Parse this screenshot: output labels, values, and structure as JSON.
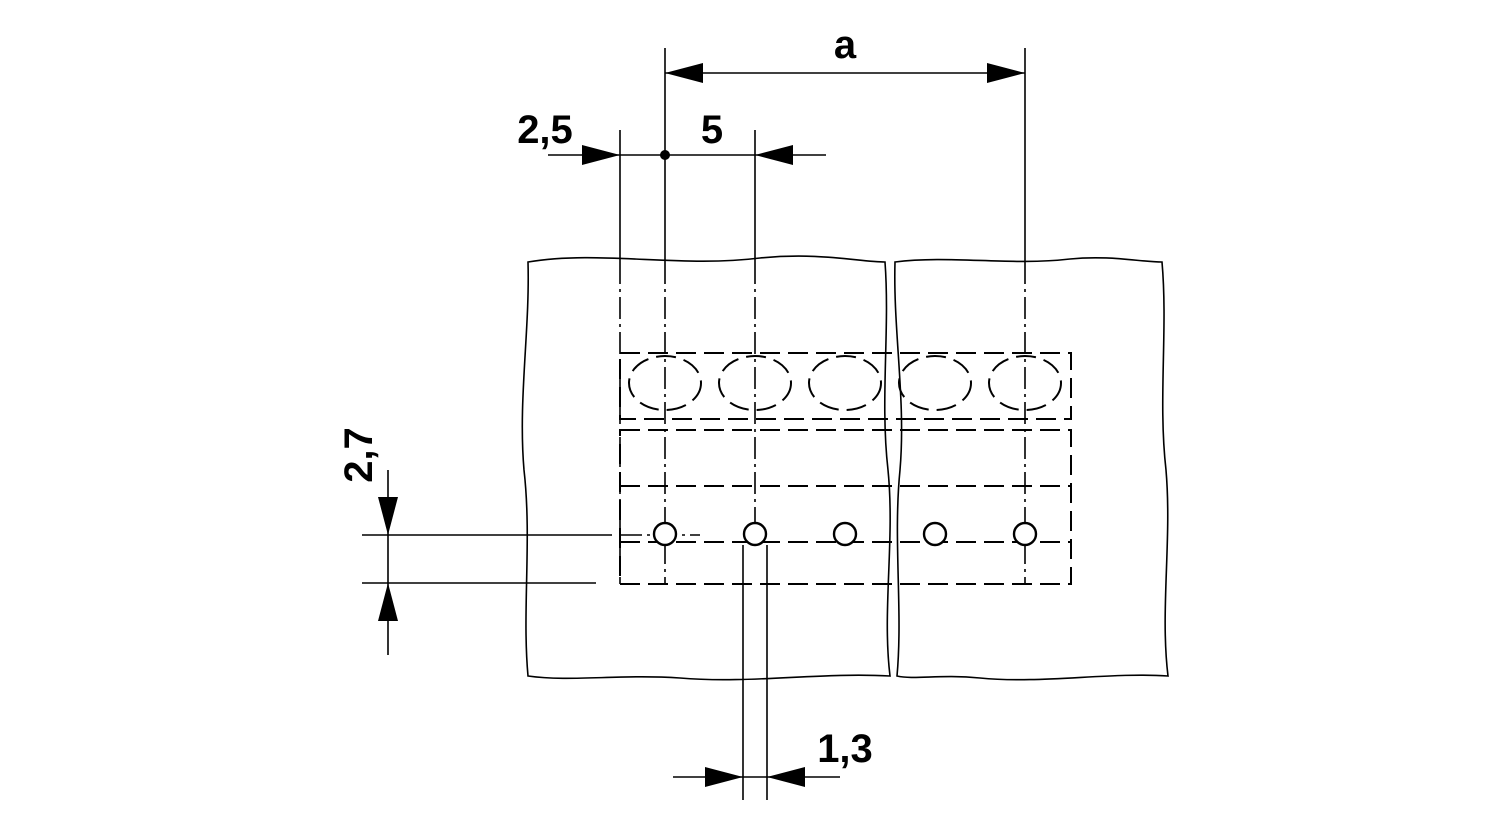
{
  "dimensions": {
    "a": "a",
    "offset": "2,5",
    "pitch": "5",
    "row_offset": "2,7",
    "hole_diameter": "1,3"
  },
  "pcb": {
    "contact_positions": 5,
    "modules": 2
  }
}
